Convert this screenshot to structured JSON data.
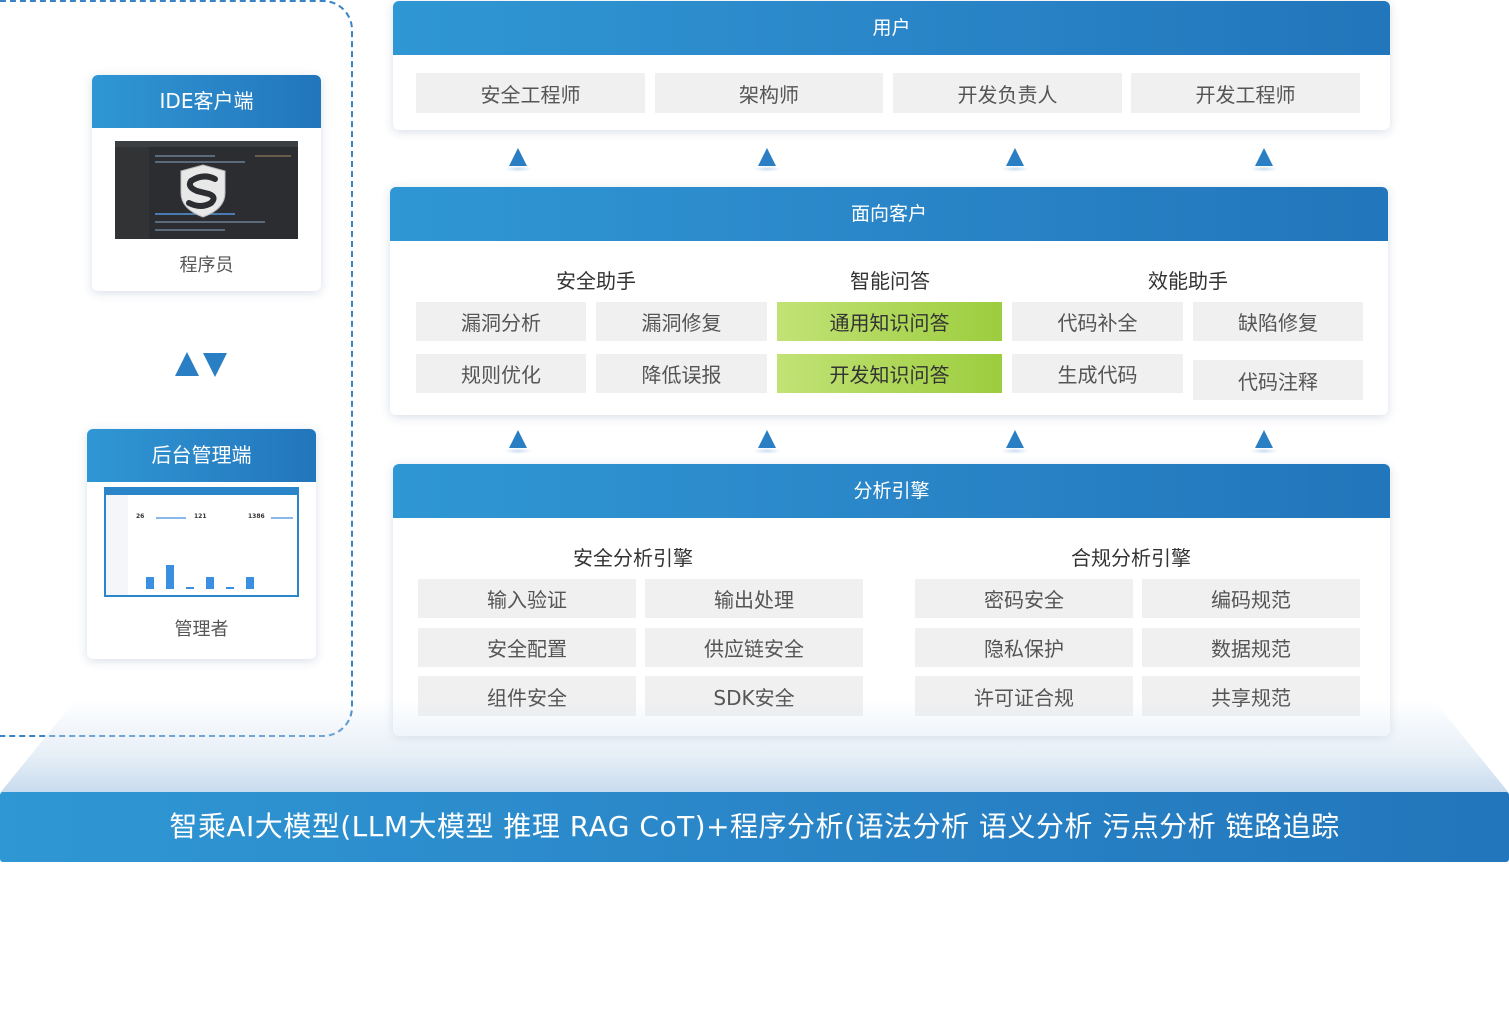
{
  "sidebar": {
    "ide": {
      "title": "IDE客户端",
      "caption": "程序员"
    },
    "admin": {
      "title": "后台管理端",
      "caption": "管理者",
      "stats": [
        "26",
        "121",
        "1386"
      ]
    }
  },
  "users": {
    "title": "用户",
    "roles": [
      "安全工程师",
      "架构师",
      "开发负责人",
      "开发工程师"
    ]
  },
  "customer": {
    "title": "面向客户",
    "groups": [
      {
        "title": "安全助手",
        "items": [
          "漏洞分析",
          "漏洞修复",
          "规则优化",
          "降低误报"
        ]
      },
      {
        "title": "智能问答",
        "items": [
          "通用知识问答",
          "开发知识问答"
        ]
      },
      {
        "title": "效能助手",
        "items": [
          "代码补全",
          "缺陷修复",
          "生成代码",
          "代码注释"
        ]
      }
    ]
  },
  "engine": {
    "title": "分析引擎",
    "groups": [
      {
        "title": "安全分析引擎",
        "items": [
          "输入验证",
          "输出处理",
          "安全配置",
          "供应链安全",
          "组件安全",
          "SDK安全"
        ]
      },
      {
        "title": "合规分析引擎",
        "items": [
          "密码安全",
          "编码规范",
          "隐私保护",
          "数据规范",
          "许可证合规",
          "共享规范"
        ]
      }
    ]
  },
  "platform": {
    "text": "智乘AI大模型(LLM大模型 推理 RAG CoT)+程序分析(语法分析 语义分析 污点分析 链路追踪"
  },
  "colors": {
    "header_gradient_start": "#2f97d4",
    "header_gradient_end": "#2276bb",
    "tag_bg": "#f0f0f0",
    "highlight_green_start": "#c2e276",
    "highlight_green_end": "#9ccd3e",
    "arrow": "#2a7fc4",
    "dashed_border": "#3a84c6"
  }
}
